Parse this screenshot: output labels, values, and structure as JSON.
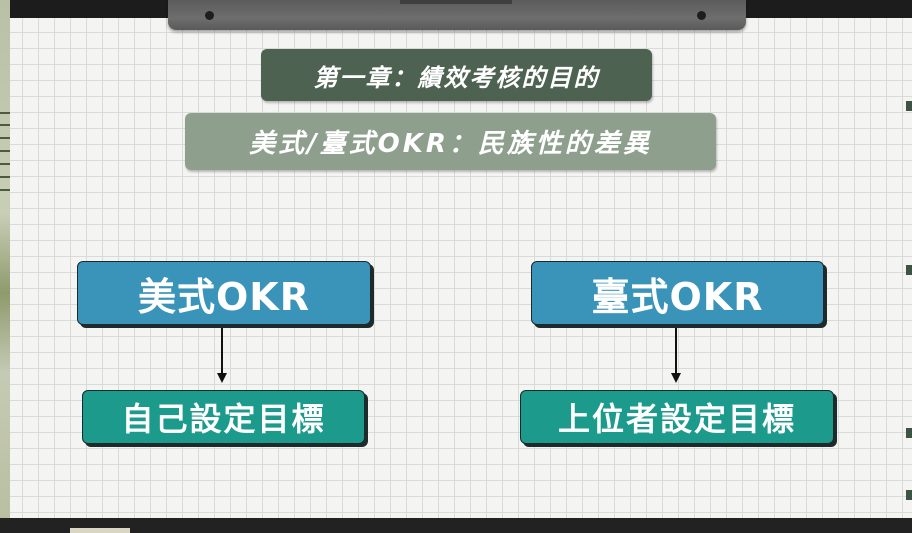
{
  "header": {
    "chapter_title": "第一章：績效考核的目的",
    "subtitle": "美式/臺式OKR：民族性的差異"
  },
  "diagram": {
    "left": {
      "top_label": "美式OKR",
      "bottom_label": "自己設定目標"
    },
    "right": {
      "top_label": "臺式OKR",
      "bottom_label": "上位者設定目標"
    }
  },
  "colors": {
    "chapter_badge": "#4d6250",
    "subtitle_badge": "#8f9f8e",
    "okr_box": "#3a93b8",
    "goal_box": "#1c9a8b",
    "board": "#f4f4f2"
  }
}
